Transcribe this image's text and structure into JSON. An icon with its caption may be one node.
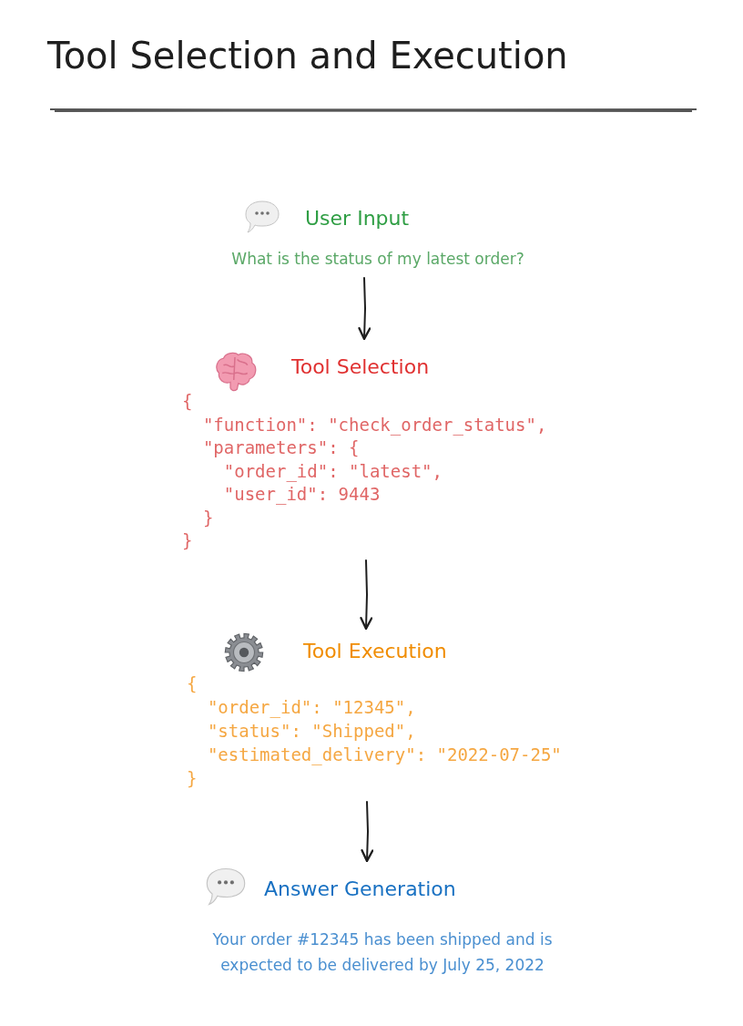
{
  "diagram": {
    "title": "Tool Selection and Execution",
    "nodes": [
      {
        "text": [
          "User Input",
          "What is the status of my latest order?"
        ]
      },
      {
        "text": [
          "Tool Selection",
          "{ \"function\": \"check_order_status\", \"parameters\": { \"order_id\": \"latest\", \"user_id\": 9443 } }"
        ]
      },
      {
        "text": [
          "Tool Execution",
          "{ \"order_id\": \"12345\", \"status\": \"Shipped\", \"estimated_delivery\": \"2022-07-25\" }"
        ]
      },
      {
        "text": [
          "Answer Generation",
          "Your order #12345 has been shipped and is expected to be delivered by July 25, 2022"
        ]
      }
    ],
    "edges": [
      {
        "from": 0,
        "to": 1,
        "arrow": "to"
      },
      {
        "from": 1,
        "to": 2,
        "arrow": "to"
      },
      {
        "from": 2,
        "to": 3,
        "arrow": "to"
      }
    ]
  }
}
